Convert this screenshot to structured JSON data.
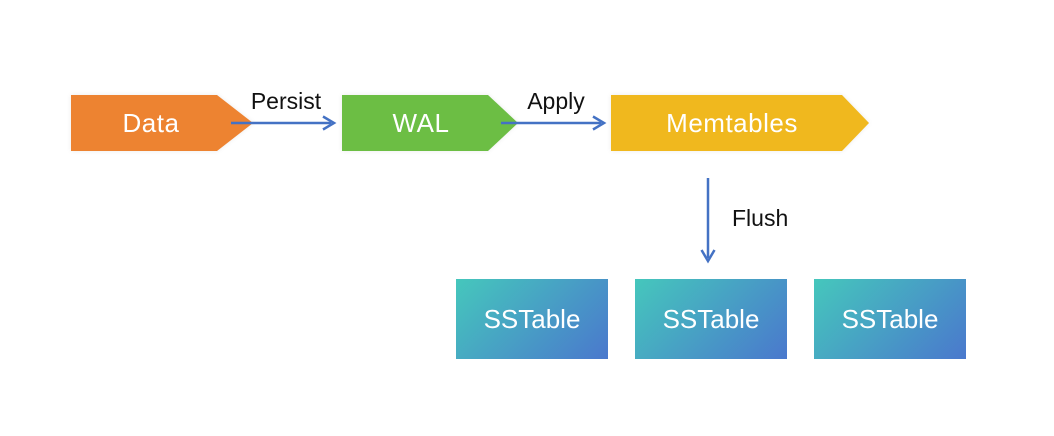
{
  "nodes": {
    "data": {
      "label": "Data",
      "color": "#ED8331"
    },
    "wal": {
      "label": "WAL",
      "color": "#6CBE44"
    },
    "memtables": {
      "label": "Memtables",
      "color": "#F0B81E"
    },
    "sstables": [
      {
        "label": "SSTable"
      },
      {
        "label": "SSTable"
      },
      {
        "label": "SSTable"
      }
    ],
    "sstable_gradient_start": "#45C7BC",
    "sstable_gradient_end": "#4A78CD",
    "node_text_color": "#FFFFFF"
  },
  "edges": {
    "persist": {
      "label": "Persist"
    },
    "apply": {
      "label": "Apply"
    },
    "flush": {
      "label": "Flush"
    },
    "arrow_color": "#4472C4",
    "label_color": "#111111"
  }
}
